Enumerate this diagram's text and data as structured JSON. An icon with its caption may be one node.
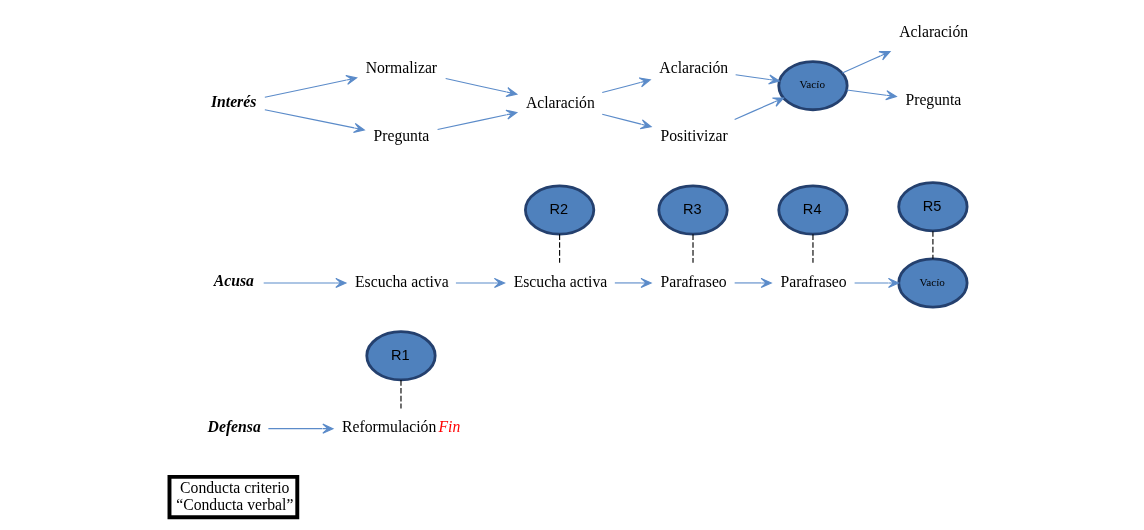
{
  "diagram": {
    "nodes": [
      {
        "text": [
          "Conducta criterio “Conducta verbal”"
        ]
      },
      {
        "text": [
          "R1"
        ]
      },
      {
        "text": [
          "R2"
        ]
      },
      {
        "text": [
          "R3"
        ]
      },
      {
        "text": [
          "R4"
        ]
      },
      {
        "text": [
          "R5"
        ]
      },
      {
        "text": [
          "Defensa"
        ]
      },
      {
        "text": [
          "Reformulación",
          "Fin"
        ]
      },
      {
        "text": [
          "Acusa"
        ]
      },
      {
        "text": [
          "Escucha activa"
        ]
      },
      {
        "text": [
          "Escucha activa"
        ]
      },
      {
        "text": [
          "Parafraseo"
        ]
      },
      {
        "text": [
          "Parafraseo"
        ]
      },
      {
        "text": [
          "Vacío"
        ]
      },
      {
        "text": [
          "Interés"
        ]
      },
      {
        "text": [
          "Normalizar"
        ]
      },
      {
        "text": [
          "Pregunta"
        ]
      },
      {
        "text": [
          "Aclaración"
        ]
      },
      {
        "text": [
          "Aclaración"
        ]
      },
      {
        "text": [
          "Positivizar"
        ]
      },
      {
        "text": [
          "Vacío"
        ]
      },
      {
        "text": [
          "Aclaración"
        ]
      },
      {
        "text": [
          "Pregunta"
        ]
      }
    ],
    "edges": [
      {
        "from": 1,
        "to": 7,
        "arrow": "none",
        "style": "dashed",
        "color": "#000000"
      },
      {
        "from": 2,
        "to": 10,
        "arrow": "none",
        "style": "dashed",
        "color": "#000000"
      },
      {
        "from": 3,
        "to": 11,
        "arrow": "none",
        "style": "dashed",
        "color": "#000000"
      },
      {
        "from": 4,
        "to": 12,
        "arrow": "none",
        "style": "dashed",
        "color": "#000000"
      },
      {
        "from": 5,
        "to": 13,
        "arrow": "none",
        "style": "dashed",
        "color": "#000000"
      },
      {
        "from": 6,
        "to": 7,
        "arrow": "to"
      },
      {
        "from": 8,
        "to": 9,
        "arrow": "to"
      },
      {
        "from": 9,
        "to": 10,
        "arrow": "to"
      },
      {
        "from": 10,
        "to": 11,
        "arrow": "to"
      },
      {
        "from": 11,
        "to": 12,
        "arrow": "to"
      },
      {
        "from": 12,
        "to": 13,
        "arrow": "to"
      },
      {
        "from": 14,
        "to": 15,
        "arrow": "to"
      },
      {
        "from": 14,
        "to": 16,
        "arrow": "to"
      },
      {
        "from": 15,
        "to": 17,
        "arrow": "to"
      },
      {
        "from": 16,
        "to": 17,
        "arrow": "to"
      },
      {
        "from": 17,
        "to": 18,
        "arrow": "to"
      },
      {
        "from": 17,
        "to": 19,
        "arrow": "to"
      },
      {
        "from": 18,
        "to": 20,
        "arrow": "to"
      },
      {
        "from": 19,
        "to": 20,
        "arrow": "to"
      },
      {
        "from": 20,
        "to": 21,
        "arrow": "to"
      },
      {
        "from": 20,
        "to": 22,
        "arrow": "to"
      }
    ]
  }
}
